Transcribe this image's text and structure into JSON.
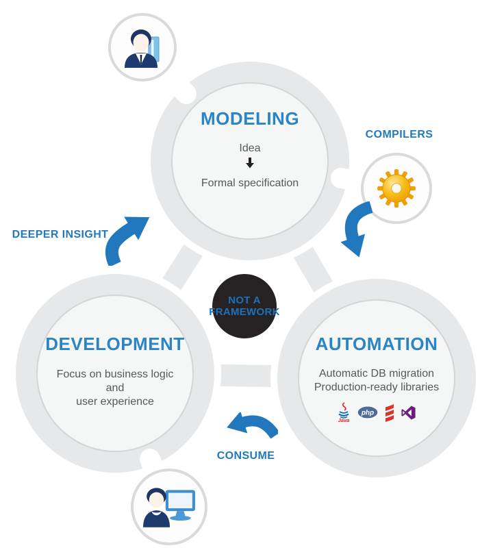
{
  "diagram": {
    "nodes": {
      "modeling": {
        "title": "MODELING",
        "line1": "Idea",
        "line2": "Formal specification"
      },
      "development": {
        "title": "DEVELOPMENT",
        "line1": "Focus on business logic",
        "line2": "and",
        "line3": "user experience"
      },
      "automation": {
        "title": "AUTOMATION",
        "line1": "Automatic DB migration",
        "line2": "Production-ready libraries",
        "logos": {
          "java_label": "Java",
          "php_label": "php"
        }
      }
    },
    "center_badge": {
      "line1": "NOT A",
      "line2": "FRAMEWORK"
    },
    "edge_labels": {
      "deeper_insight": "DEEPER INSIGHT",
      "compilers": "COMPILERS",
      "consume": "CONSUME"
    },
    "icons": {
      "top_left": "business-person-icon",
      "right": "gear-icon",
      "bottom": "developer-at-computer-icon"
    },
    "colors": {
      "accent_blue": "#2b84c5",
      "arrow_blue": "#2278bd",
      "label_blue": "#2279be",
      "badge_bg": "#262223",
      "badge_text": "#1b72ba",
      "body_text": "#57585b",
      "disk_gray": "#e7e8e9",
      "inner_fill": "#f5f6f6",
      "inner_border": "#d3d5d6",
      "mini_border": "#d9dadb",
      "gear_gold": "#f2a50c",
      "java_red": "#e01e24",
      "java_blue": "#0e6bb5",
      "php_badge_blue": "#4e6b9c",
      "scala_red": "#d8372b",
      "vs_purple": "#68217a"
    }
  }
}
